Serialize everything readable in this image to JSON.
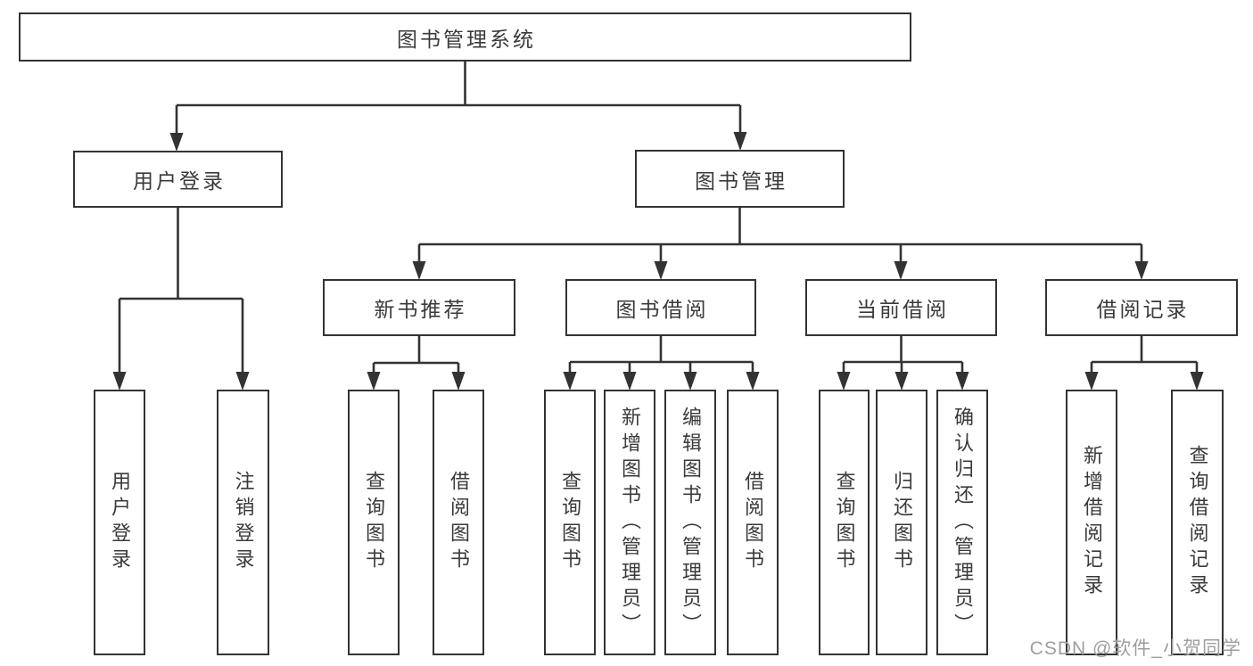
{
  "diagram": {
    "type": "hierarchy-tree",
    "nodes": {
      "root": "图书管理系统",
      "user_login": "用户登录",
      "book_management": "图书管理",
      "login": "用户登录",
      "logout": "注销登录",
      "new_book_recommend": "新书推荐",
      "book_borrowing": "图书借阅",
      "current_borrowing": "当前借阅",
      "borrowing_records": "借阅记录",
      "nbr_query_book": "查询图书",
      "nbr_borrow_book": "借阅图书",
      "bb_query_book": "查询图书",
      "bb_add_book": "新增图书（管理员）",
      "bb_edit_book": "编辑图书（管理员）",
      "bb_borrow_book": "借阅图书",
      "cb_query_book": "查询图书",
      "cb_return_book": "归还图书",
      "cb_confirm_return": "确认归还（管理员）",
      "br_add_record": "新增借阅记录",
      "br_query_record": "查询借阅记录"
    },
    "edges": [
      [
        "root",
        "user_login"
      ],
      [
        "root",
        "book_management"
      ],
      [
        "user_login",
        "login"
      ],
      [
        "user_login",
        "logout"
      ],
      [
        "book_management",
        "new_book_recommend"
      ],
      [
        "book_management",
        "book_borrowing"
      ],
      [
        "book_management",
        "current_borrowing"
      ],
      [
        "book_management",
        "borrowing_records"
      ],
      [
        "new_book_recommend",
        "nbr_query_book"
      ],
      [
        "new_book_recommend",
        "nbr_borrow_book"
      ],
      [
        "book_borrowing",
        "bb_query_book"
      ],
      [
        "book_borrowing",
        "bb_add_book"
      ],
      [
        "book_borrowing",
        "bb_edit_book"
      ],
      [
        "book_borrowing",
        "bb_borrow_book"
      ],
      [
        "current_borrowing",
        "cb_query_book"
      ],
      [
        "current_borrowing",
        "cb_return_book"
      ],
      [
        "current_borrowing",
        "cb_confirm_return"
      ],
      [
        "borrowing_records",
        "br_add_record"
      ],
      [
        "borrowing_records",
        "br_query_record"
      ]
    ],
    "colors": {
      "line": "#333333",
      "box_border": "#333333",
      "box_fill": "#ffffff",
      "text": "#3a3a3a",
      "watermark": "#9e9e9e",
      "background": "#ffffff"
    }
  },
  "watermark": {
    "text": "CSDN @软件_小贺同学"
  }
}
